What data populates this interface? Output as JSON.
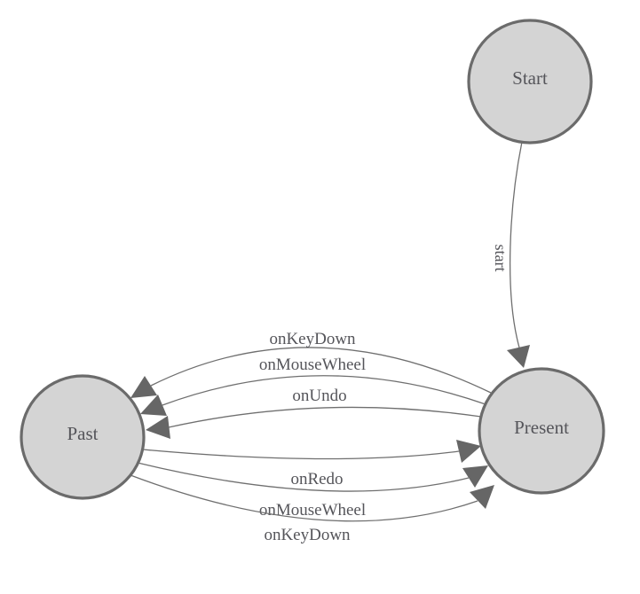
{
  "diagram": {
    "type": "state-machine",
    "background": "#ffffff",
    "colors": {
      "node_fill": "#d4d4d4",
      "node_stroke": "#6b6b6b",
      "edge_stroke": "#6f6f6f",
      "arrow_fill": "#666666",
      "label_text": "#55555a"
    },
    "nodes": [
      {
        "id": "start",
        "label": "Start"
      },
      {
        "id": "past",
        "label": "Past"
      },
      {
        "id": "present",
        "label": "Present"
      }
    ],
    "edges": [
      {
        "from": "Start",
        "to": "Present",
        "label": "start"
      },
      {
        "from": "Present",
        "to": "Past",
        "label": "onKeyDown"
      },
      {
        "from": "Present",
        "to": "Past",
        "label": "onMouseWheel"
      },
      {
        "from": "Present",
        "to": "Past",
        "label": "onUndo"
      },
      {
        "from": "Past",
        "to": "Present",
        "label": "onRedo"
      },
      {
        "from": "Past",
        "to": "Present",
        "label": "onMouseWheel"
      },
      {
        "from": "Past",
        "to": "Present",
        "label": "onKeyDown"
      }
    ]
  }
}
